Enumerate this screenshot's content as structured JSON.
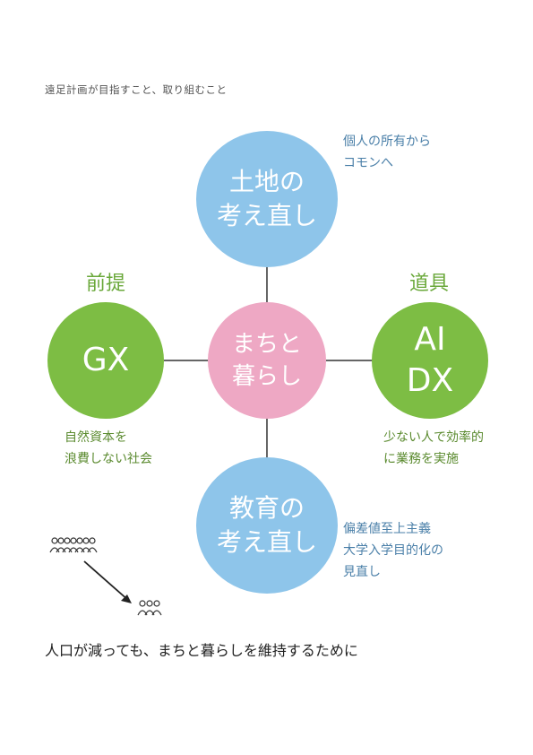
{
  "subtitle": "遠足計画が目指すこと、取り組むこと",
  "center": "まちと\n暮らし",
  "top": {
    "title": "土地の\n考え直し",
    "note": "個人の所有から\nコモンへ"
  },
  "bottom": {
    "title": "教育の\n考え直し",
    "note": "偏差値至上主義\n大学入学目的化の\n見直し"
  },
  "left": {
    "label": "前提",
    "title": "GX",
    "note": "自然資本を\n浪費しない社会"
  },
  "right": {
    "label": "道具",
    "title": "AI\nDX",
    "note": "少ない人で効率的\nに業務を実施"
  },
  "caption": "人口が減っても、まちと暮らしを維持するために",
  "colors": {
    "blue": "#8ec5ea",
    "green": "#7dbd44",
    "pink": "#eea8c4"
  },
  "icons": [
    "crowd-icon",
    "arrow-down-right-icon",
    "small-group-icon"
  ]
}
